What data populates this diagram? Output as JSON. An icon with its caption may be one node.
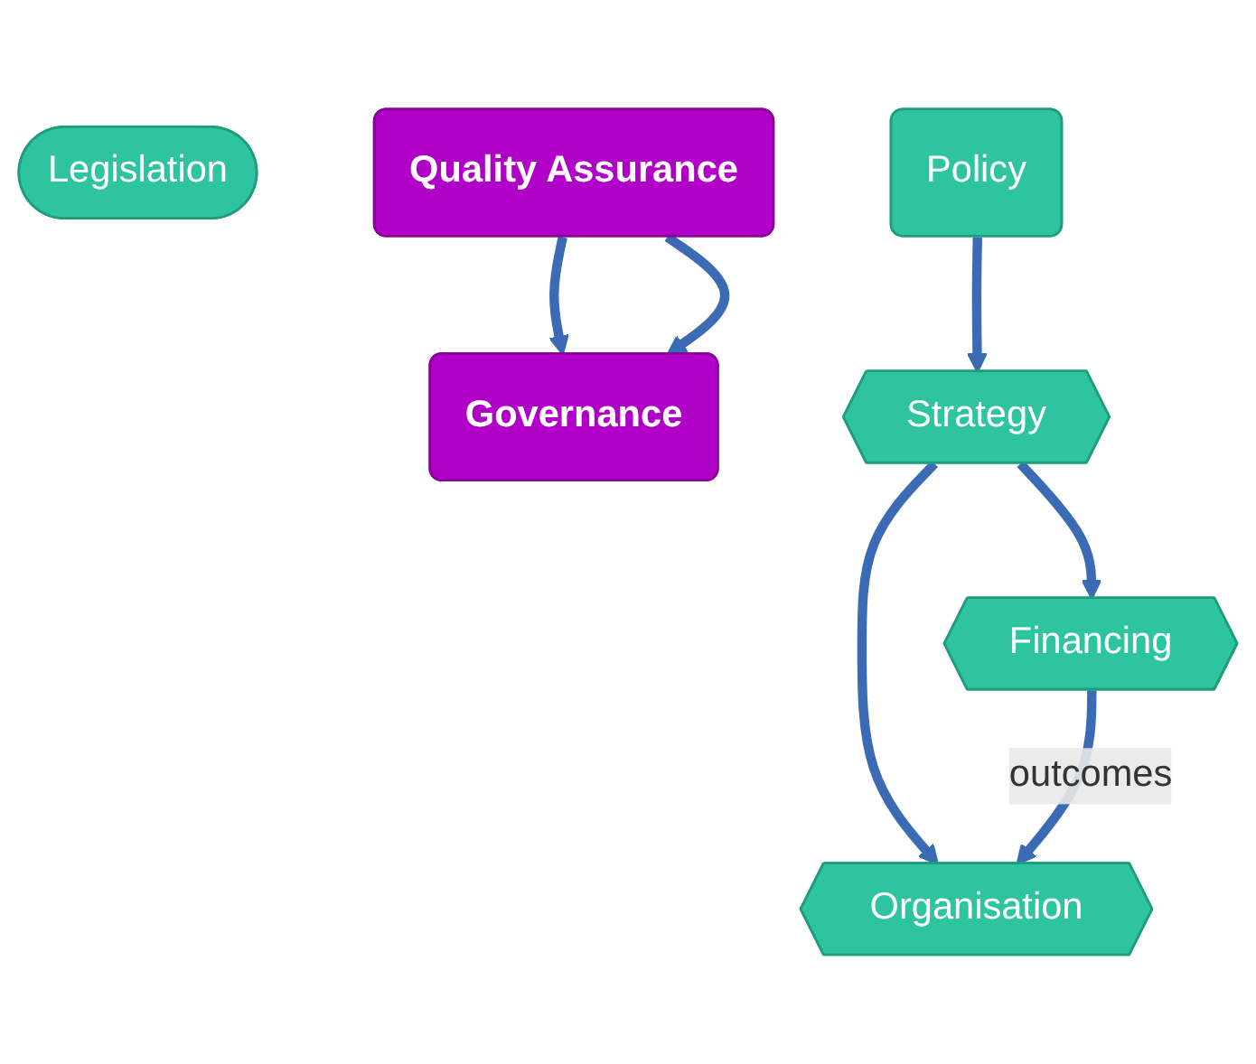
{
  "diagram": {
    "nodes": [
      {
        "text": [
          "Governance"
        ]
      },
      {
        "text": [
          "Legislation"
        ]
      },
      {
        "text": [
          "Policy"
        ]
      },
      {
        "text": [
          "Strategy"
        ]
      },
      {
        "text": [
          "Financing"
        ]
      },
      {
        "text": [
          "Organisation"
        ]
      },
      {
        "text": [
          "Quality Assurance"
        ]
      }
    ],
    "edges": [
      {
        "from": 2,
        "to": 3,
        "arrow": "to"
      },
      {
        "from": 3,
        "to": 4,
        "arrow": "to"
      },
      {
        "from": 3,
        "to": 5,
        "arrow": "to"
      },
      {
        "from": 4,
        "to": 5,
        "arrow": "to",
        "label": "outcomes"
      },
      {
        "from": 6,
        "to": 0,
        "arrow": "to"
      },
      {
        "from": 6,
        "to": 0,
        "arrow": "to"
      }
    ]
  }
}
